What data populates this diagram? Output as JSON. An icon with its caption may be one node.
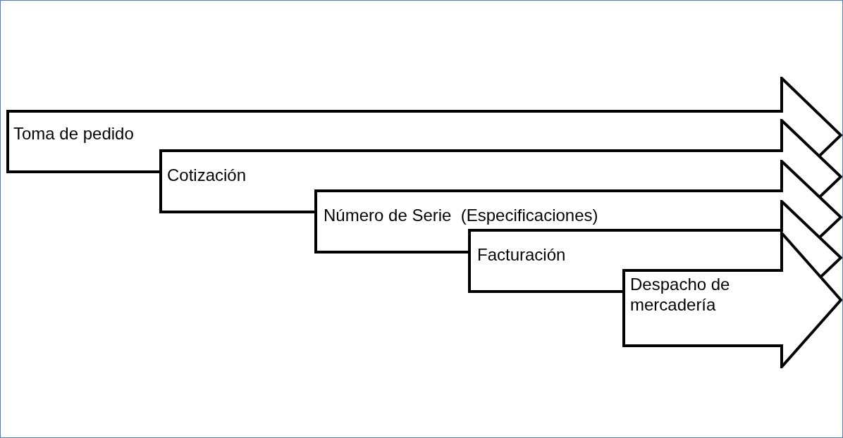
{
  "diagram": {
    "nodes": [
      {
        "text": [
          "Toma de pedido"
        ]
      },
      {
        "text": [
          "Cotización"
        ]
      },
      {
        "text": [
          "Número de Serie  (Especificaciones)"
        ]
      },
      {
        "text": [
          "Facturación"
        ]
      },
      {
        "text": [
          "Despacho de mercadería"
        ]
      }
    ]
  }
}
